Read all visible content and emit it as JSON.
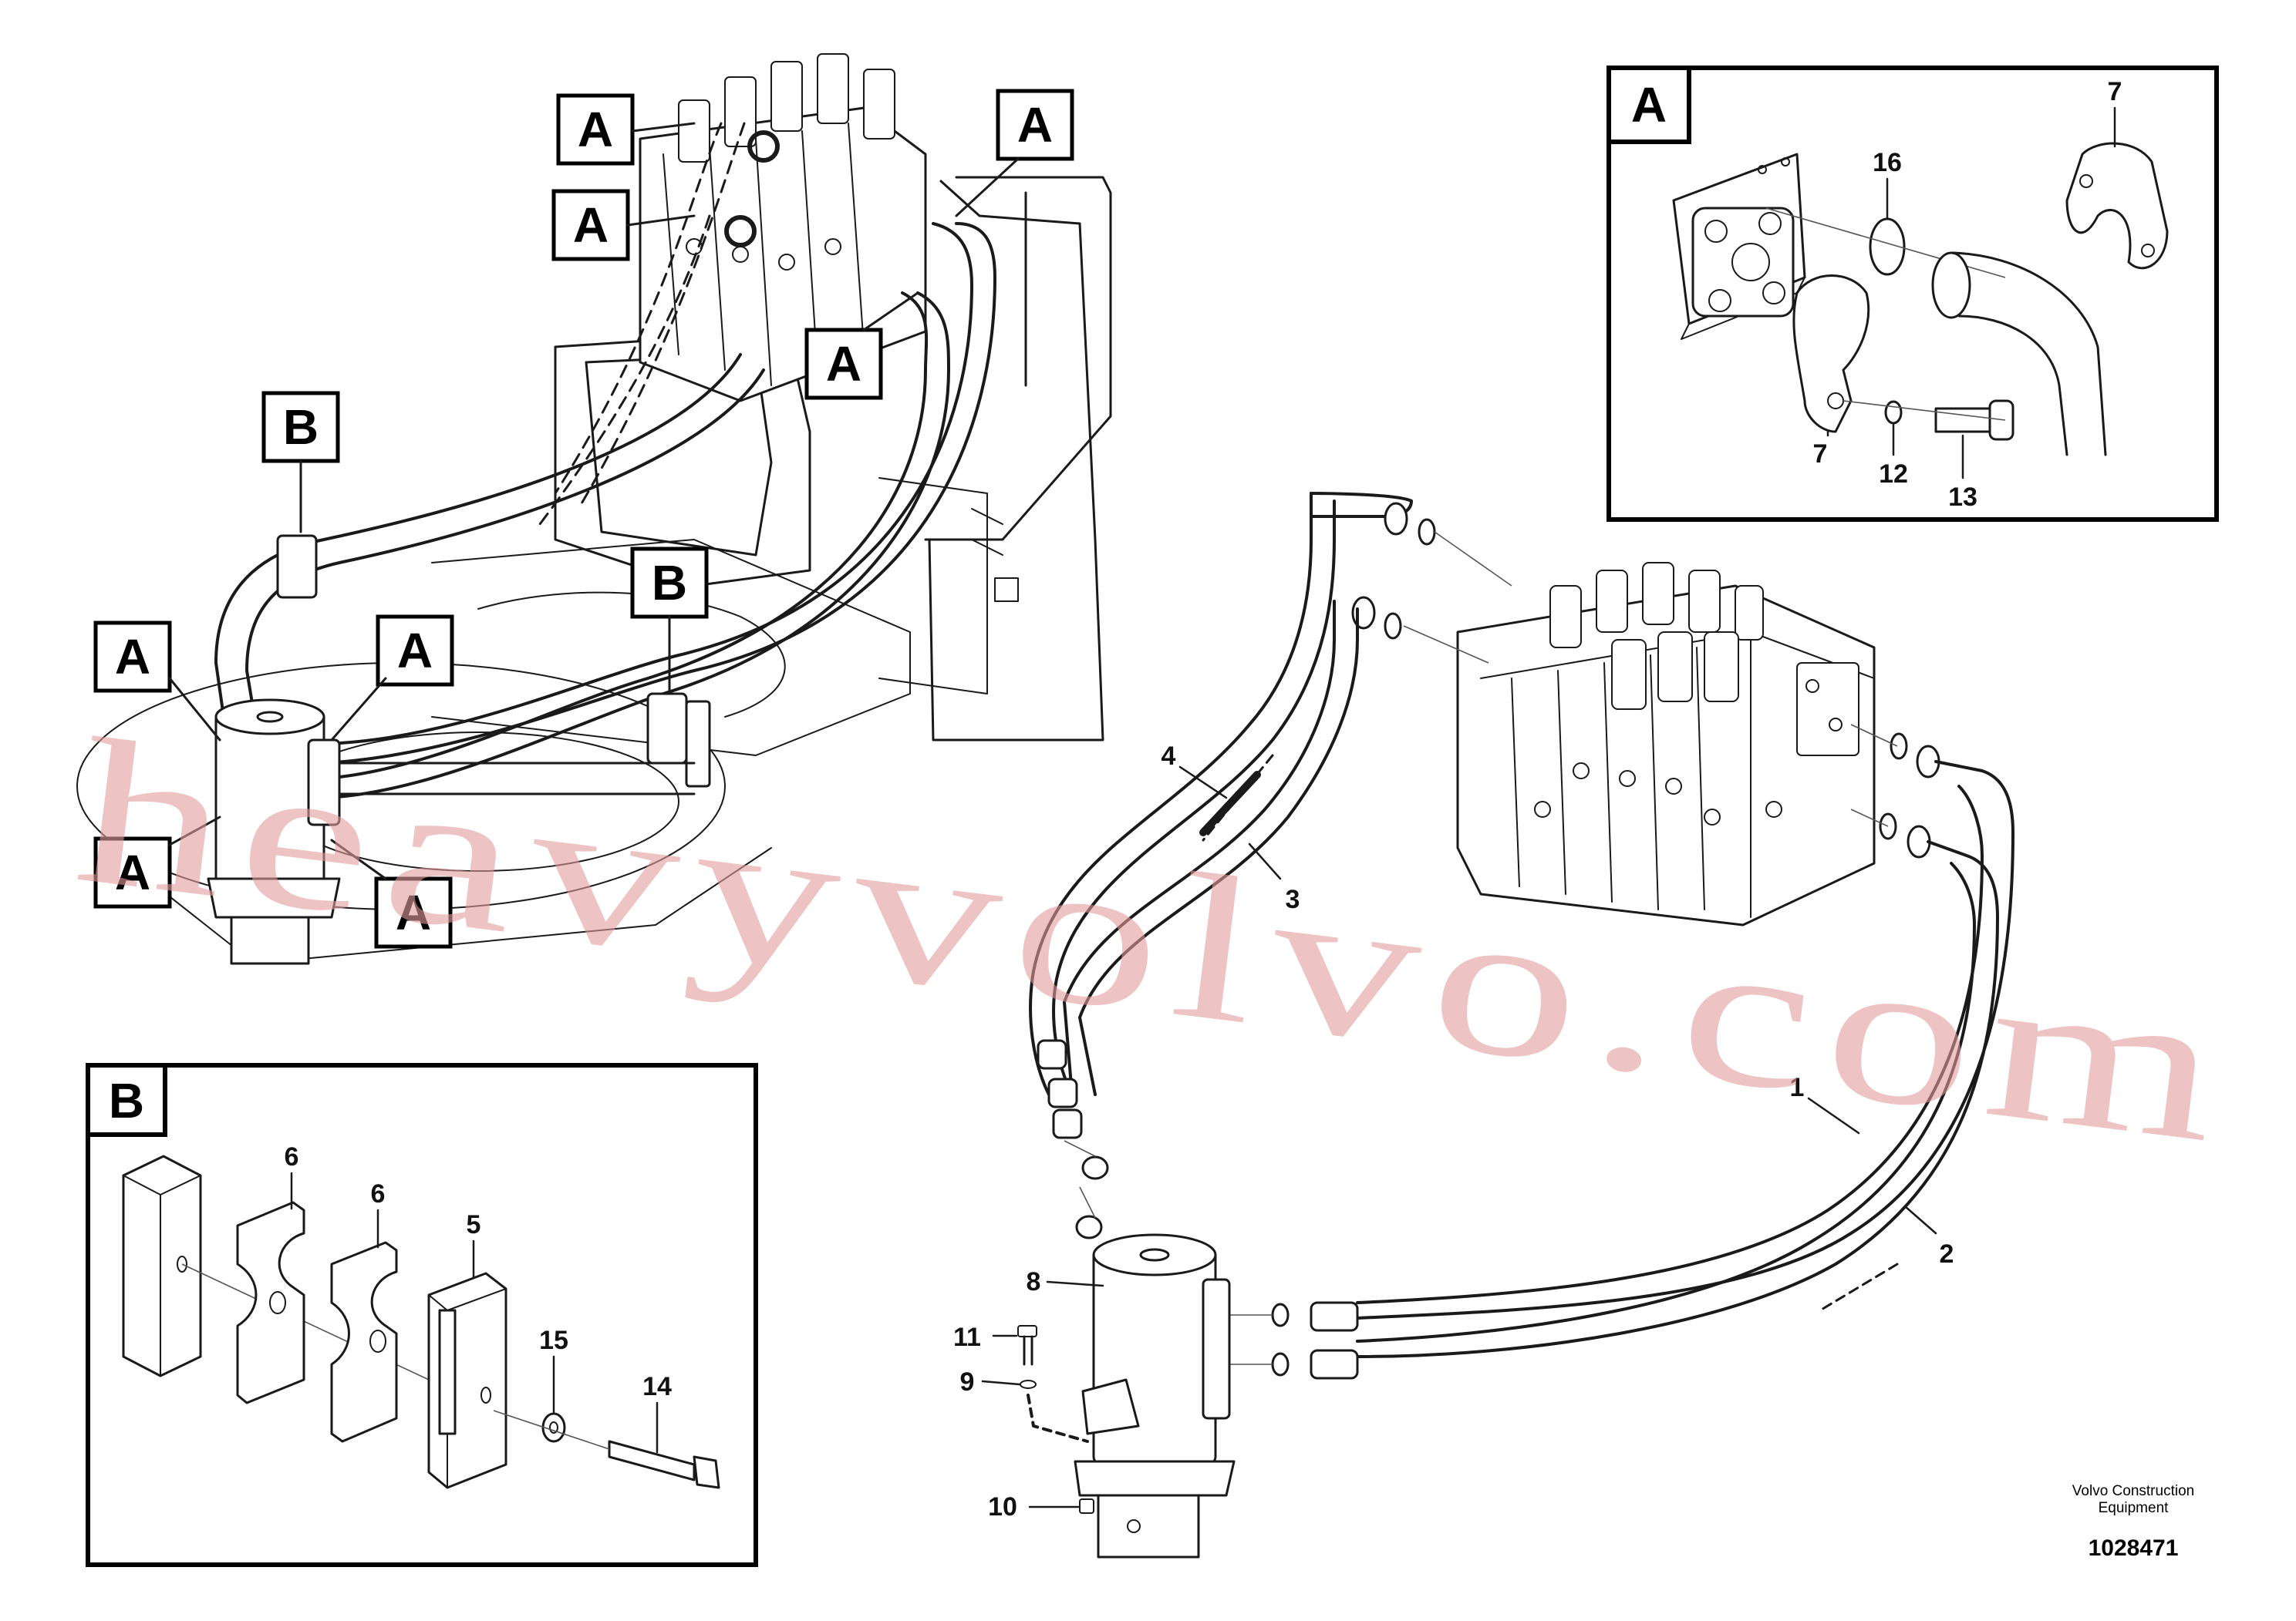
{
  "labels": {
    "a": "A",
    "b": "B"
  },
  "callouts": {
    "c1": "1",
    "c2": "2",
    "c3": "3",
    "c4": "4",
    "c5": "5",
    "c6": "6",
    "c7": "7",
    "c8": "8",
    "c9": "9",
    "c10": "10",
    "c11": "11",
    "c12": "12",
    "c13": "13",
    "c14": "14",
    "c15": "15",
    "c16": "16"
  },
  "footer": {
    "company_line1": "Volvo Construction",
    "company_line2": "Equipment",
    "drawing_number": "1028471"
  },
  "watermark": "heavyvolvo.com",
  "colors": {
    "line": "#1a1a1a",
    "watermark": "#e39b9b",
    "background": "#ffffff"
  }
}
